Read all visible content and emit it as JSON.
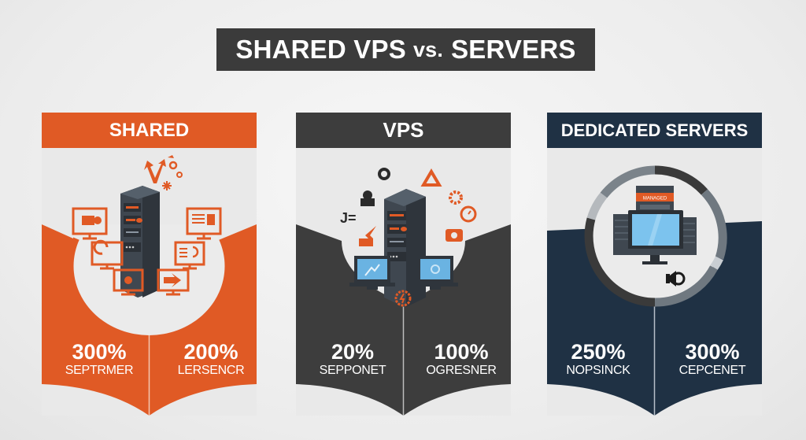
{
  "title": {
    "part1": "SHARED VPS",
    "vs": "vs.",
    "part2": "SERVERS"
  },
  "colors": {
    "shared": "#e05a25",
    "vps": "#3d3d3d",
    "dedicated": "#1f3144",
    "title_bar": "#3b3b3b",
    "light_panel": "#e9e9e9"
  },
  "panels": [
    {
      "name": "SHARED",
      "stats": [
        {
          "value": "300%",
          "label": "SEPTRMER"
        },
        {
          "value": "200%",
          "label": "LERSENCR"
        }
      ]
    },
    {
      "name": "VPS",
      "stats": [
        {
          "value": "20%",
          "label": "SEPPONET"
        },
        {
          "value": "100%",
          "label": "OGRESNER"
        }
      ]
    },
    {
      "name": "DEDICATED SERVERS",
      "server_label": "MANAGED",
      "stats": [
        {
          "value": "250%",
          "label": "NOPSINCK"
        },
        {
          "value": "300%",
          "label": "CEPCENET"
        }
      ]
    }
  ]
}
